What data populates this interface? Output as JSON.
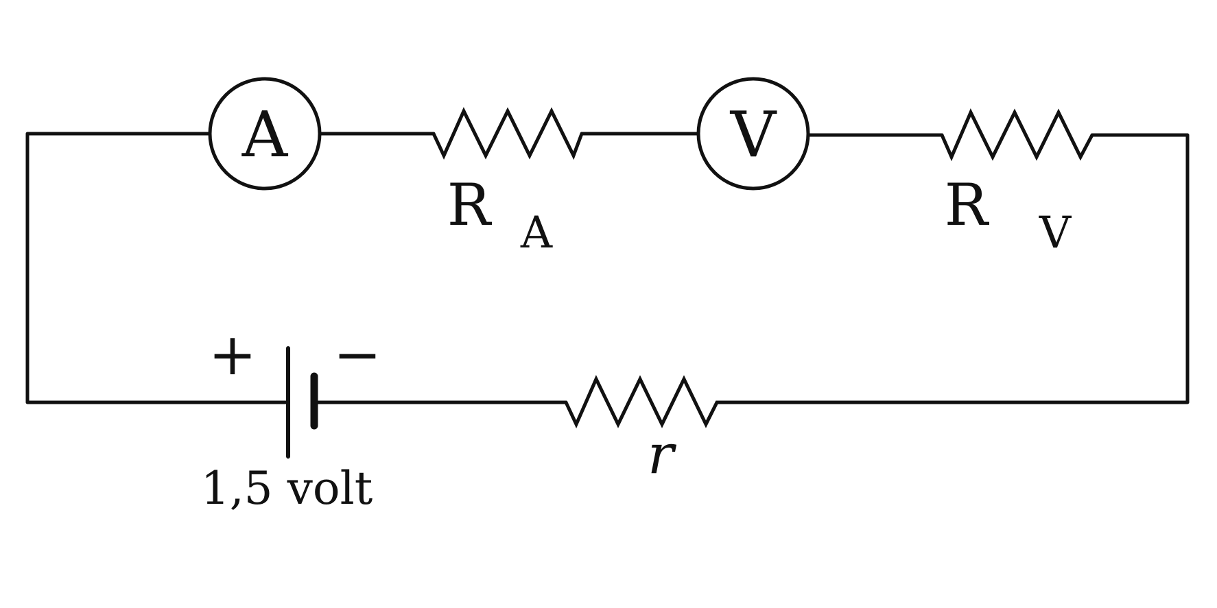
{
  "diagram": {
    "ammeter": {
      "symbol": "A"
    },
    "voltmeter": {
      "symbol": "V"
    },
    "resistor_ra": {
      "main": "R",
      "sub": "A"
    },
    "resistor_rv": {
      "main": "R",
      "sub": "V"
    },
    "resistor_r": {
      "label": "r"
    },
    "battery": {
      "plus": "+",
      "minus": "−",
      "voltage": "1,5 volt"
    }
  }
}
